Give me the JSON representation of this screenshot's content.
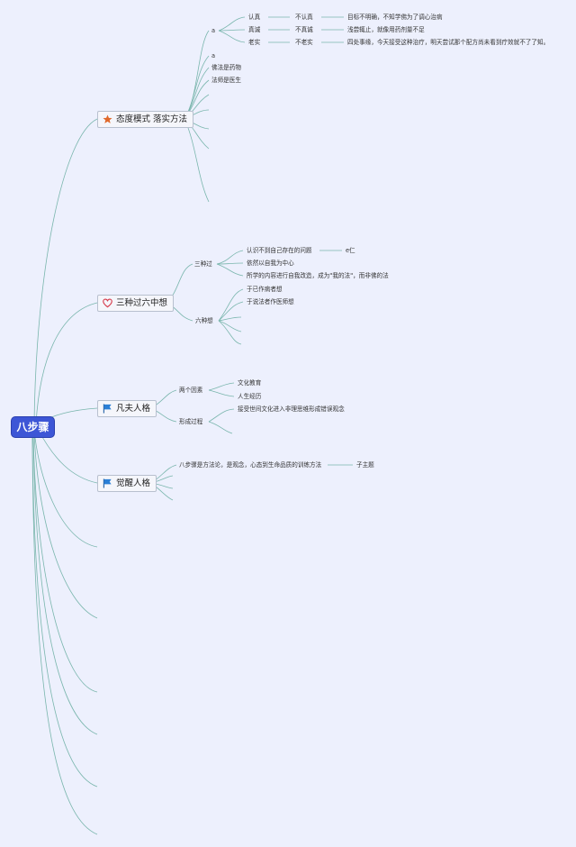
{
  "root": {
    "label": "八步骤"
  },
  "branches": {
    "b1": {
      "label": "态度模式 落实方法",
      "icon": "star-icon",
      "a_label": "a",
      "rows": [
        {
          "c1": "认真",
          "c2": "不认真",
          "c3": "目标不明确，不知学佛为了调心治病"
        },
        {
          "c1": "真诚",
          "c2": "不真诚",
          "c3": "浅尝辄止，就像用药剂量不足"
        },
        {
          "c1": "老实",
          "c2": "不老实",
          "c3": "四处事缘，今天接受这种治疗，明天尝试那个配方尚未看到疗效就不了了知。"
        }
      ],
      "extra": [
        "a",
        "佛法是药物",
        "法师是医生"
      ]
    },
    "b2": {
      "label": "三种过六中想",
      "icon": "heart-icon",
      "sub1": {
        "label": "三种过",
        "items": [
          "认识不到自己存在的问题",
          "依然以自我为中心",
          "所学的内容进行自我改造，成为\"我的法\"，而非佛的法"
        ],
        "tail": "e仁"
      },
      "sub2": {
        "label": "六种想",
        "items": [
          "于已作病者想",
          "于说法者作医师想"
        ]
      }
    },
    "b3": {
      "label": "凡夫人格",
      "icon": "flag-icon",
      "sub1": {
        "label": "两个因素",
        "items": [
          "文化教育",
          "人生经历"
        ]
      },
      "sub2": {
        "label": "形成过程",
        "items": [
          "接受世间文化进入非理思维形成错误观念"
        ]
      }
    },
    "b4": {
      "label": "觉醒人格",
      "icon": "flag-icon",
      "text": "八步骤是方法论，是观念，心态到生命品质的训练方法",
      "tail": "子主题"
    }
  },
  "colors": {
    "root_bg": "#3d56d6",
    "line": "#7ab6ad",
    "background": "#edf0fd",
    "star": "#e0692b",
    "heart": "#d63a4a",
    "flag": "#2a7fd6"
  }
}
